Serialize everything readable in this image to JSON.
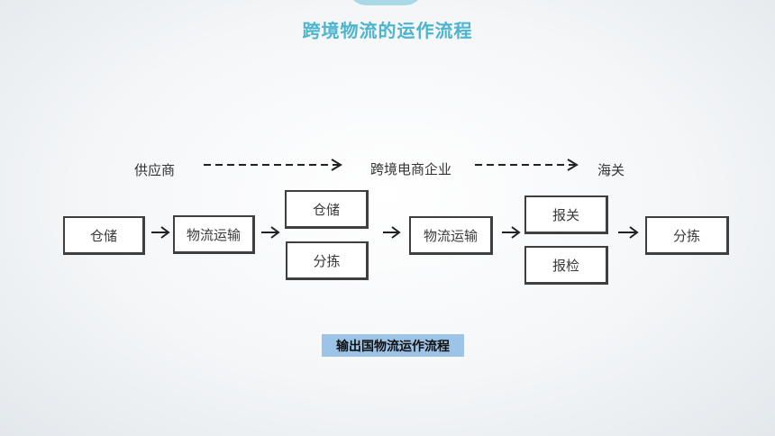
{
  "title": "跨境物流的运作流程",
  "stages": {
    "supplier": "供应商",
    "ecommerce": "跨境电商企业",
    "customs": "海关"
  },
  "boxes": {
    "storage_1": "仓储",
    "transport_1": "物流运输",
    "storage_2": "仓储",
    "sorting_1": "分拣",
    "transport_2": "物流运输",
    "declaration": "报关",
    "inspection": "报检",
    "sorting_2": "分拣"
  },
  "caption": "输出国物流运作流程"
}
